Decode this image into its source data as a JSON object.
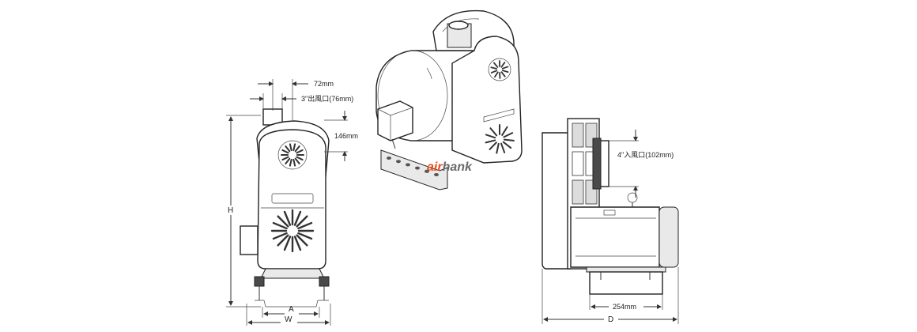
{
  "front_view": {
    "dim_outlet_offset": "72mm",
    "dim_outlet": "3\"出風口(76mm)",
    "dim_outlet_height": "146mm",
    "dim_height": "H",
    "dim_a": "A",
    "dim_w": "W"
  },
  "side_view": {
    "dim_inlet": "4\"入風口(102mm)",
    "dim_base": "254mm",
    "dim_depth": "D"
  },
  "watermark": {
    "part1": "air",
    "part2": "hank"
  }
}
